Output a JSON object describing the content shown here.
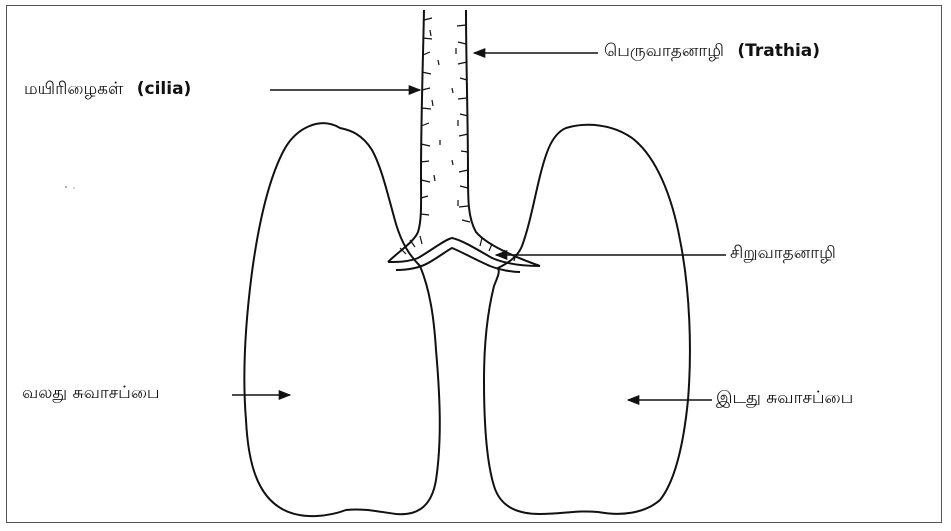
{
  "labels": {
    "trachea": {
      "tamil": "பெருவாதனாழி",
      "english": "(Trathia)"
    },
    "cilia": {
      "tamil": "மயிரிழைகள்",
      "english": "(cilia)"
    },
    "bronchus": {
      "tamil": "சிறுவாதனாழி"
    },
    "right_lung": {
      "tamil": "வலது சுவாசப்பை"
    },
    "left_lung": {
      "tamil": "இடது சுவாசப்பை"
    }
  },
  "colors": {
    "line": "#111111",
    "frame": "#555555"
  }
}
